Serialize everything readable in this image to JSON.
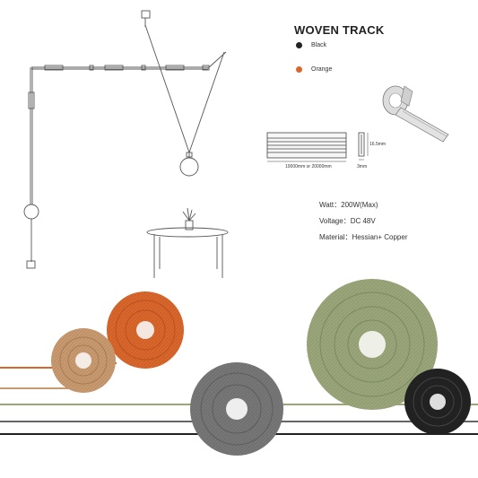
{
  "title": "WOVEN TRACK",
  "colors": [
    {
      "label": "Black",
      "hex": "#222222"
    },
    {
      "label": "Orange",
      "hex": "#d9662b"
    }
  ],
  "dimensions": {
    "length": "10000mm or 20000mm",
    "height": "16.5mm",
    "width": "3mm"
  },
  "specs": {
    "watt": "Watt：200W(Max)",
    "voltage": "Voltage：DC 48V",
    "material": "Material：Hessian+ Copper"
  },
  "rolls": [
    {
      "color": "tan",
      "hex": "#c99a6f"
    },
    {
      "color": "orange",
      "hex": "#d9662b"
    },
    {
      "color": "gray",
      "hex": "#777777"
    },
    {
      "color": "green",
      "hex": "#9aa67a"
    },
    {
      "color": "black",
      "hex": "#222222"
    }
  ]
}
